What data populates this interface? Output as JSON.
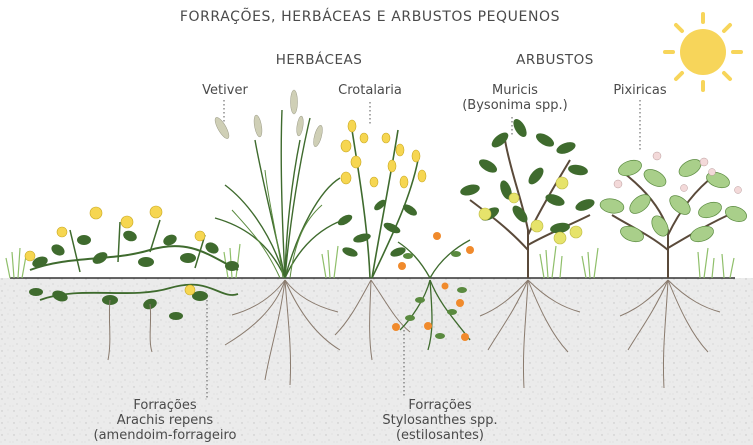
{
  "title": "FORRAÇÕES, HERBÁCEAS E ARBUSTOS PEQUENOS",
  "groups": {
    "herbaceas": "HERBÁCEAS",
    "arbustos": "ARBUSTOS"
  },
  "labels": {
    "vetiver": "Vetiver",
    "crotalaria": "Crotalaria",
    "muricis_name": "Muricis",
    "muricis_species": "(Bysonima spp.)",
    "pixiricas": "Pixiricas",
    "forracoes_arachis_1": "Forrações",
    "forracoes_arachis_2": "Arachis repens",
    "forracoes_arachis_3": "(amendoim-forrageiro",
    "forracoes_stylo_1": "Forrações",
    "forracoes_stylo_2": "Stylosanthes spp.",
    "forracoes_stylo_3": "(estilosantes)"
  },
  "colors": {
    "soil": "#ebebeb",
    "soil_speckle": "#c9c9c9",
    "leaf_dark": "#3f6b2e",
    "leaf_mid": "#5a8a3f",
    "leaf_light": "#8fbf6a",
    "leaf_sage": "#a9cf8a",
    "flower_yellow": "#f6d651",
    "flower_orange": "#f08a2c",
    "fruit": "#e6e36b",
    "sun": "#f7d55a",
    "root": "#8a7b6e",
    "text": "#4a4a4a"
  }
}
